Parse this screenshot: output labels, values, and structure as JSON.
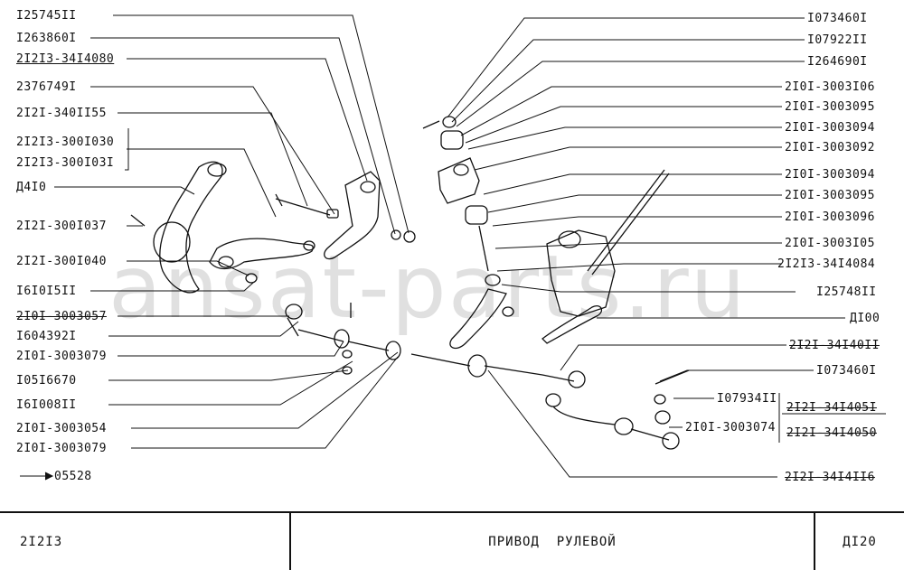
{
  "left_labels": [
    {
      "text": "I25745II",
      "style": ""
    },
    {
      "text": "I263860I",
      "style": ""
    },
    {
      "text": "2I2I3-34I4080",
      "style": "underline"
    },
    {
      "text": "2376749I",
      "style": ""
    },
    {
      "text": "2I2I-340II55",
      "style": ""
    },
    {
      "text": "2I2I3-300I030",
      "style": ""
    },
    {
      "text": "2I2I3-300I03I",
      "style": ""
    },
    {
      "text": "Д4I0",
      "style": ""
    },
    {
      "text": "2I2I-300I037",
      "style": ""
    },
    {
      "text": "2I2I-300I040",
      "style": ""
    },
    {
      "text": "I6I0I5II",
      "style": ""
    },
    {
      "text": "2I0I-3003057",
      "style": "strike"
    },
    {
      "text": "I604392I",
      "style": ""
    },
    {
      "text": "2I0I-3003079",
      "style": ""
    },
    {
      "text": "I05I6670",
      "style": ""
    },
    {
      "text": "I6I008II",
      "style": ""
    },
    {
      "text": "2I0I-3003054",
      "style": ""
    },
    {
      "text": "2I0I-3003079",
      "style": ""
    },
    {
      "text": "05528",
      "style": ""
    }
  ],
  "right_labels": [
    {
      "text": "I073460I",
      "style": ""
    },
    {
      "text": "I07922II",
      "style": ""
    },
    {
      "text": "I264690I",
      "style": ""
    },
    {
      "text": "2I0I-3003I06",
      "style": ""
    },
    {
      "text": "2I0I-3003095",
      "style": ""
    },
    {
      "text": "2I0I-3003094",
      "style": ""
    },
    {
      "text": "2I0I-3003092",
      "style": ""
    },
    {
      "text": "2I0I-3003094",
      "style": ""
    },
    {
      "text": "2I0I-3003095",
      "style": ""
    },
    {
      "text": "2I0I-3003096",
      "style": ""
    },
    {
      "text": "2I0I-3003I05",
      "style": ""
    },
    {
      "text": "2I2I3-34I4084",
      "style": ""
    },
    {
      "text": "I25748II",
      "style": ""
    },
    {
      "text": "ДI00",
      "style": ""
    },
    {
      "text": "2I2I-34I40II",
      "style": "strike"
    },
    {
      "text": "I073460I",
      "style": ""
    },
    {
      "text": "I07934II",
      "style": ""
    },
    {
      "text": "2I2I-34I405I",
      "style": "strike"
    },
    {
      "text": "2I0I-3003074",
      "style": ""
    },
    {
      "text": "2I2I-34I4050",
      "style": "strike"
    },
    {
      "text": "2I2I-34I4II6",
      "style": "strike"
    }
  ],
  "watermark": "ansat-parts.ru",
  "title_block": {
    "model": "2I2I3",
    "title": "ПРИВОД  РУЛЕВОЙ",
    "sheet": "ДI20"
  }
}
